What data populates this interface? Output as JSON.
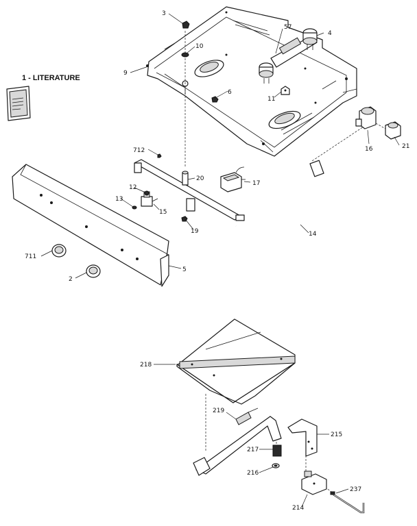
{
  "title": "1 - LITERATURE",
  "callouts": {
    "c3": "3",
    "c10": "10",
    "c57": "57",
    "c4": "4",
    "c9": "9",
    "c6": "6",
    "c11": "11",
    "c16": "16",
    "c21": "21",
    "c712": "712",
    "c20": "20",
    "c17": "17",
    "c12": "12",
    "c13": "13",
    "c15": "15",
    "c19": "19",
    "c14": "14",
    "c711": "711",
    "c2": "2",
    "c5": "5",
    "c218": "218",
    "c219": "219",
    "c215": "215",
    "c217": "217",
    "c216": "216",
    "c237": "237",
    "c214": "214"
  },
  "colors": {
    "line": "#1a1a1a",
    "background": "#ffffff"
  }
}
